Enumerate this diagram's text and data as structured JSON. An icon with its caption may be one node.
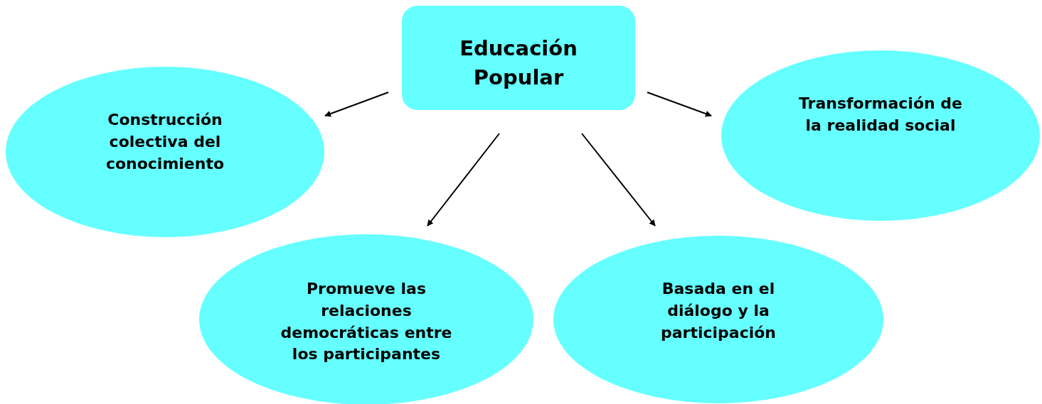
{
  "diagram": {
    "nodes": [
      {
        "text": [
          "Educación Popular"
        ]
      },
      {
        "text": [
          "Construcción colectiva del conocimiento"
        ]
      },
      {
        "text": [
          "Transformación de la realidad social"
        ]
      },
      {
        "text": [
          "Promueve las relaciones democráticas entre los participantes"
        ]
      },
      {
        "text": [
          "Basada en el diálogo y la participación"
        ]
      }
    ],
    "edges": [
      {
        "from": 0,
        "to": 1,
        "arrow": "to"
      },
      {
        "from": 0,
        "to": 2,
        "arrow": "to"
      },
      {
        "from": 0,
        "to": 3,
        "arrow": "to"
      },
      {
        "from": 0,
        "to": 4,
        "arrow": "to"
      }
    ]
  }
}
